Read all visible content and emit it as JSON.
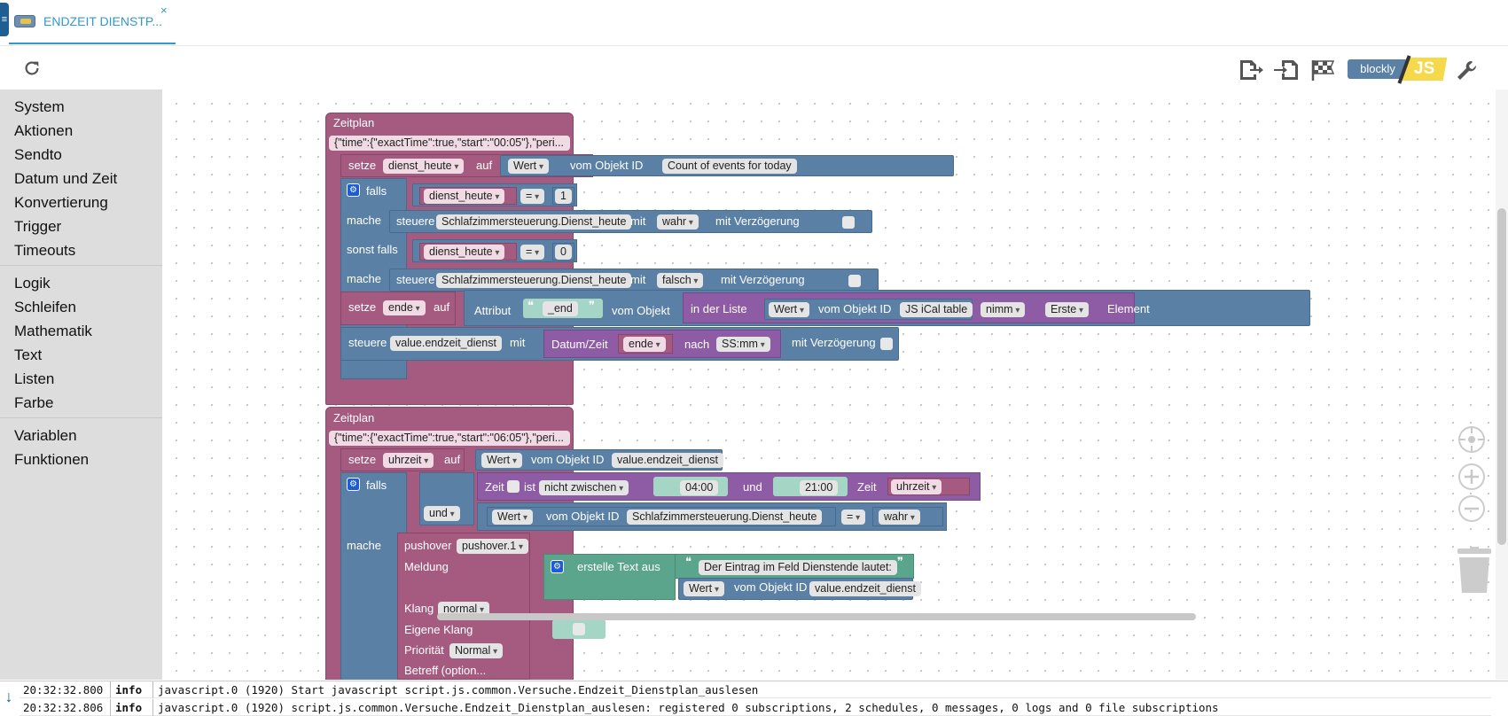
{
  "tab": {
    "title": "ENDZEIT DIENSTP...",
    "close": "×"
  },
  "toolbar": {
    "switch_left": "blockly",
    "switch_right": "JS"
  },
  "categories": {
    "system": "System",
    "actions": "Aktionen",
    "sendto": "Sendto",
    "datetime": "Datum und Zeit",
    "convert": "Konvertierung",
    "trigger": "Trigger",
    "timeouts": "Timeouts",
    "logic": "Logik",
    "loops": "Schleifen",
    "math": "Mathematik",
    "text": "Text",
    "lists": "Listen",
    "color": "Farbe",
    "variables": "Variablen",
    "functions": "Funktionen"
  },
  "b1": {
    "title": "Zeitplan",
    "cron": "{\"time\":{\"exactTime\":true,\"start\":\"00:05\"},\"peri...",
    "set1": {
      "kw": "setze",
      "var": "dienst_heute",
      "auf": "auf",
      "wert": "Wert",
      "vom": "vom Objekt ID",
      "obj": "Count of events for today"
    },
    "falls": "falls",
    "cond1": {
      "var": "dienst_heute",
      "op": "=",
      "num": "1"
    },
    "mache": "mache",
    "ctl1": {
      "kw": "steuere",
      "obj": "Schlafzimmersteuerung.Dienst_heute",
      "mit": "mit",
      "val": "wahr",
      "delay": "mit Verzögerung"
    },
    "sonst": "sonst falls",
    "cond2": {
      "var": "dienst_heute",
      "op": "=",
      "num": "0"
    },
    "mache2": "mache",
    "ctl2": {
      "kw": "steuere",
      "obj": "Schlafzimmersteuerung.Dienst_heute",
      "mit": "mit",
      "val": "falsch",
      "delay": "mit Verzögerung"
    },
    "set2": {
      "kw": "setze",
      "var": "ende",
      "auf": "auf",
      "attr": "Attribut",
      "attr_val": "_end",
      "vom": "vom Objekt",
      "list": "in der Liste",
      "wert": "Wert",
      "vomid": "vom Objekt ID",
      "obj": "JS iCal table",
      "nimm": "nimm",
      "erste": "Erste",
      "el": "Element"
    },
    "ctl3": {
      "kw": "steuere",
      "obj": "value.endzeit_dienst",
      "mit": "mit",
      "dt": "Datum/Zeit",
      "var": "ende",
      "nach": "nach",
      "fmt": "SS:mm",
      "delay": "mit Verzögerung"
    }
  },
  "b2": {
    "title": "Zeitplan",
    "cron": "{\"time\":{\"exactTime\":true,\"start\":\"06:05\"},\"peri...",
    "set1": {
      "kw": "setze",
      "var": "uhrzeit",
      "auf": "auf",
      "wert": "Wert",
      "vom": "vom Objekt ID",
      "obj": "value.endzeit_dienst"
    },
    "falls": "falls",
    "time": {
      "zeit": "Zeit",
      "ist": "ist",
      "op": "nicht zwischen",
      "t1": "04:00",
      "und": "und",
      "t2": "21:00",
      "zeit2": "Zeit",
      "var": "uhrzeit"
    },
    "and": "und",
    "cmp": {
      "wert": "Wert",
      "vom": "vom Objekt ID",
      "obj": "Schlafzimmersteuerung.Dienst_heute",
      "op": "=",
      "val": "wahr"
    },
    "mache": "mache",
    "push": {
      "kw": "pushover",
      "inst": "pushover.1",
      "meldung": "Meldung",
      "erstelle": "erstelle Text aus",
      "txt": "Der Eintrag im Feld Dienstende lautet:",
      "wert": "Wert",
      "vom": "vom Objekt ID",
      "obj": "value.endzeit_dienst",
      "klang": "Klang",
      "klang_val": "normal",
      "eigene": "Eigene Klang",
      "prio": "Priorität",
      "prio_val": "Normal",
      "betreff": "Betreff (option..."
    }
  },
  "log": [
    {
      "ts": "20:32:32.800",
      "level": "info",
      "msg": "javascript.0 (1920) Start javascript script.js.common.Versuche.Endzeit_Dienstplan_auslesen"
    },
    {
      "ts": "20:32:32.806",
      "level": "info",
      "msg": "javascript.0 (1920) script.js.common.Versuche.Endzeit_Dienstplan_auslesen: registered 0 subscriptions, 2 schedules, 0 messages, 0 logs and 0 file subscriptions"
    }
  ]
}
